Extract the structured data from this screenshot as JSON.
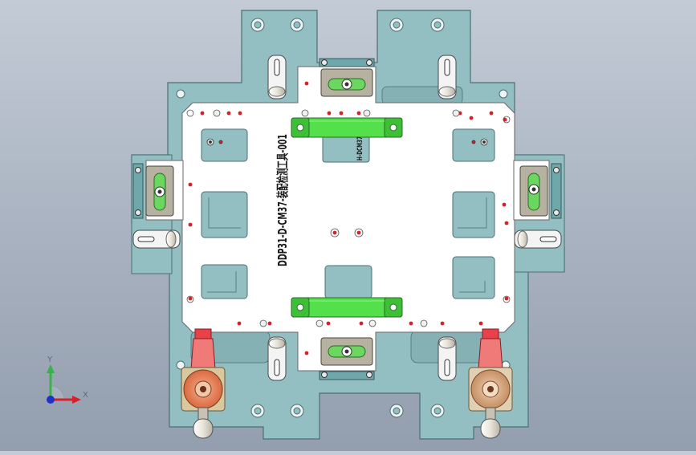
{
  "viewport": {
    "background_top": "#c3cbd6",
    "background_bottom": "#939eae"
  },
  "colors": {
    "base_plate": "#93bfc2",
    "base_plate_edge": "#4e6f73",
    "top_plate": "#ffffff",
    "clamp_green": "#53e04a",
    "pin_red": "#d8202a",
    "clamp_orange": "#e8805a",
    "clamp_tan": "#d9b08a",
    "clamp_body": "#c9b08a",
    "locator_gray": "#9a9486"
  },
  "part_label": {
    "main": "DDP31-D-CM37-装配检测工具-001",
    "secondary": "H-DCM37"
  },
  "triad": {
    "x_label": "X",
    "y_label": "Y",
    "x_color": "#d8202a",
    "y_color": "#3ab24a",
    "z_color": "#2030c8"
  }
}
